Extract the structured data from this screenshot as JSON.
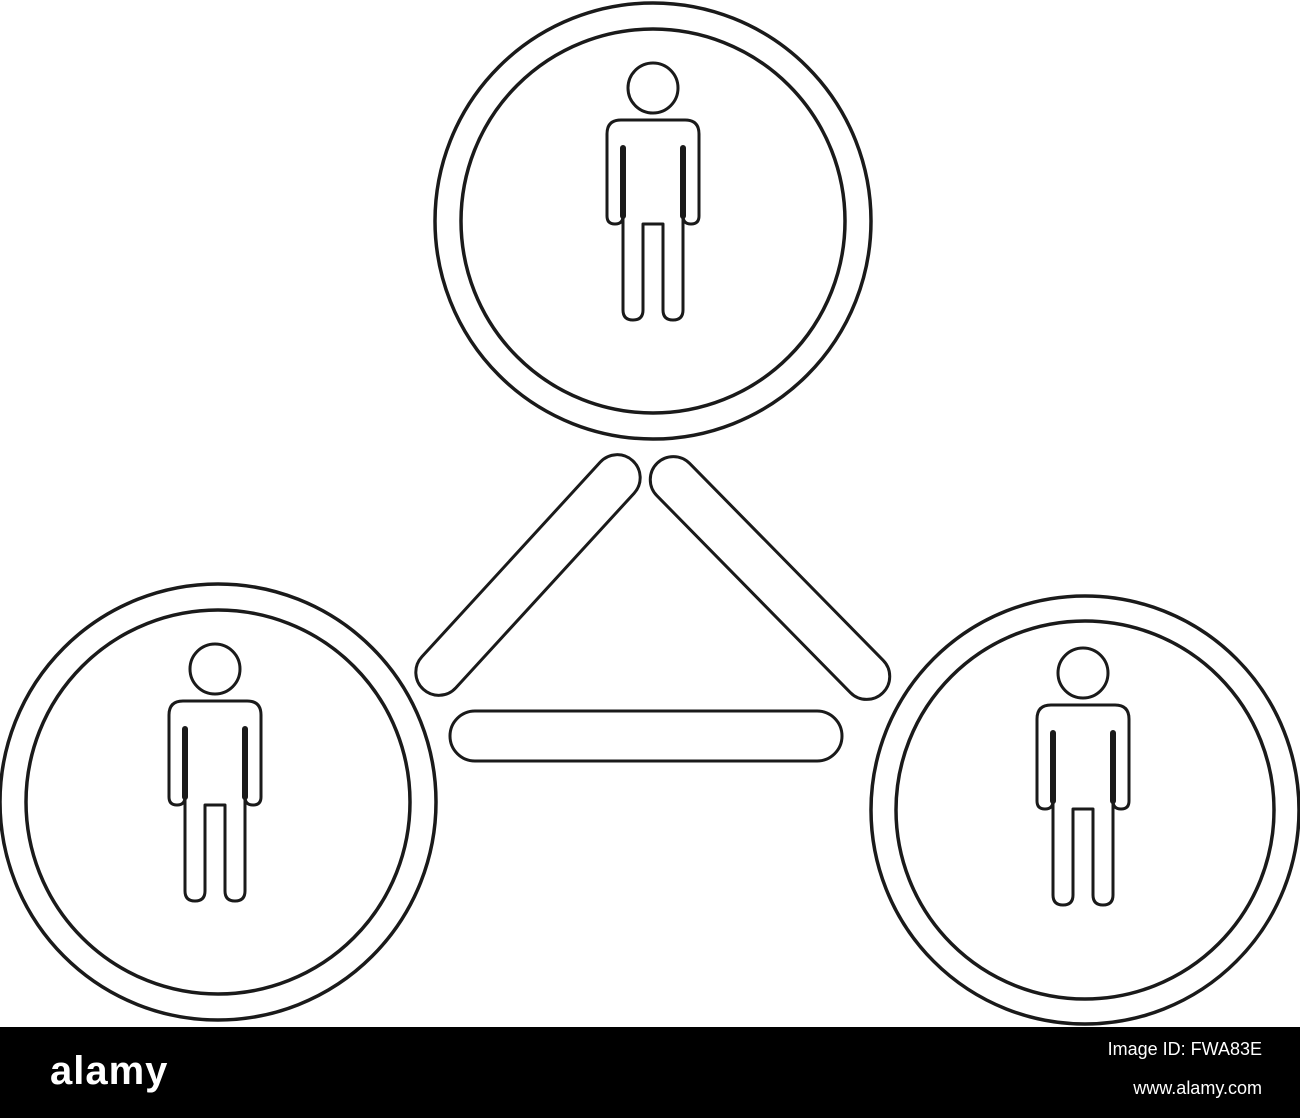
{
  "colors": {
    "background": "#ffffff",
    "stroke": "#1a1a1a",
    "footer_background": "#000000",
    "footer_text": "#ffffff"
  },
  "diagram": {
    "nodes": [
      {
        "name": "node-person-top",
        "icon": "person-icon"
      },
      {
        "name": "node-person-bottom-left",
        "icon": "person-icon"
      },
      {
        "name": "node-person-bottom-right",
        "icon": "person-icon"
      }
    ],
    "connectors": [
      {
        "name": "connector-top-left",
        "from": "node-person-top",
        "to": "node-person-bottom-left"
      },
      {
        "name": "connector-top-right",
        "from": "node-person-top",
        "to": "node-person-bottom-right"
      },
      {
        "name": "connector-bottom",
        "from": "node-person-bottom-left",
        "to": "node-person-bottom-right"
      }
    ]
  },
  "footer": {
    "brand": "alamy",
    "image_id": "Image ID: FWA83E",
    "site": "www.alamy.com"
  }
}
